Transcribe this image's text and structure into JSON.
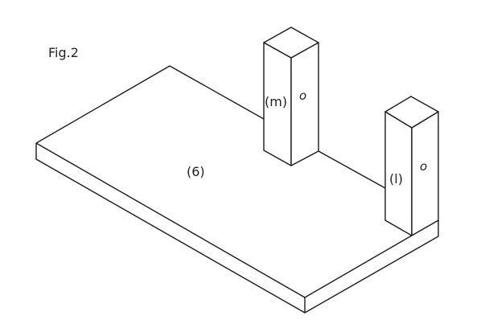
{
  "figure_label": "Fig.2",
  "plate_label": "(6)",
  "pillar_m": {
    "label": "(m)",
    "side_mark": "o"
  },
  "pillar_l": {
    "label": "(l)",
    "side_mark": "o"
  },
  "colors": {
    "line": "#1a1a1a",
    "background": "#ffffff"
  }
}
